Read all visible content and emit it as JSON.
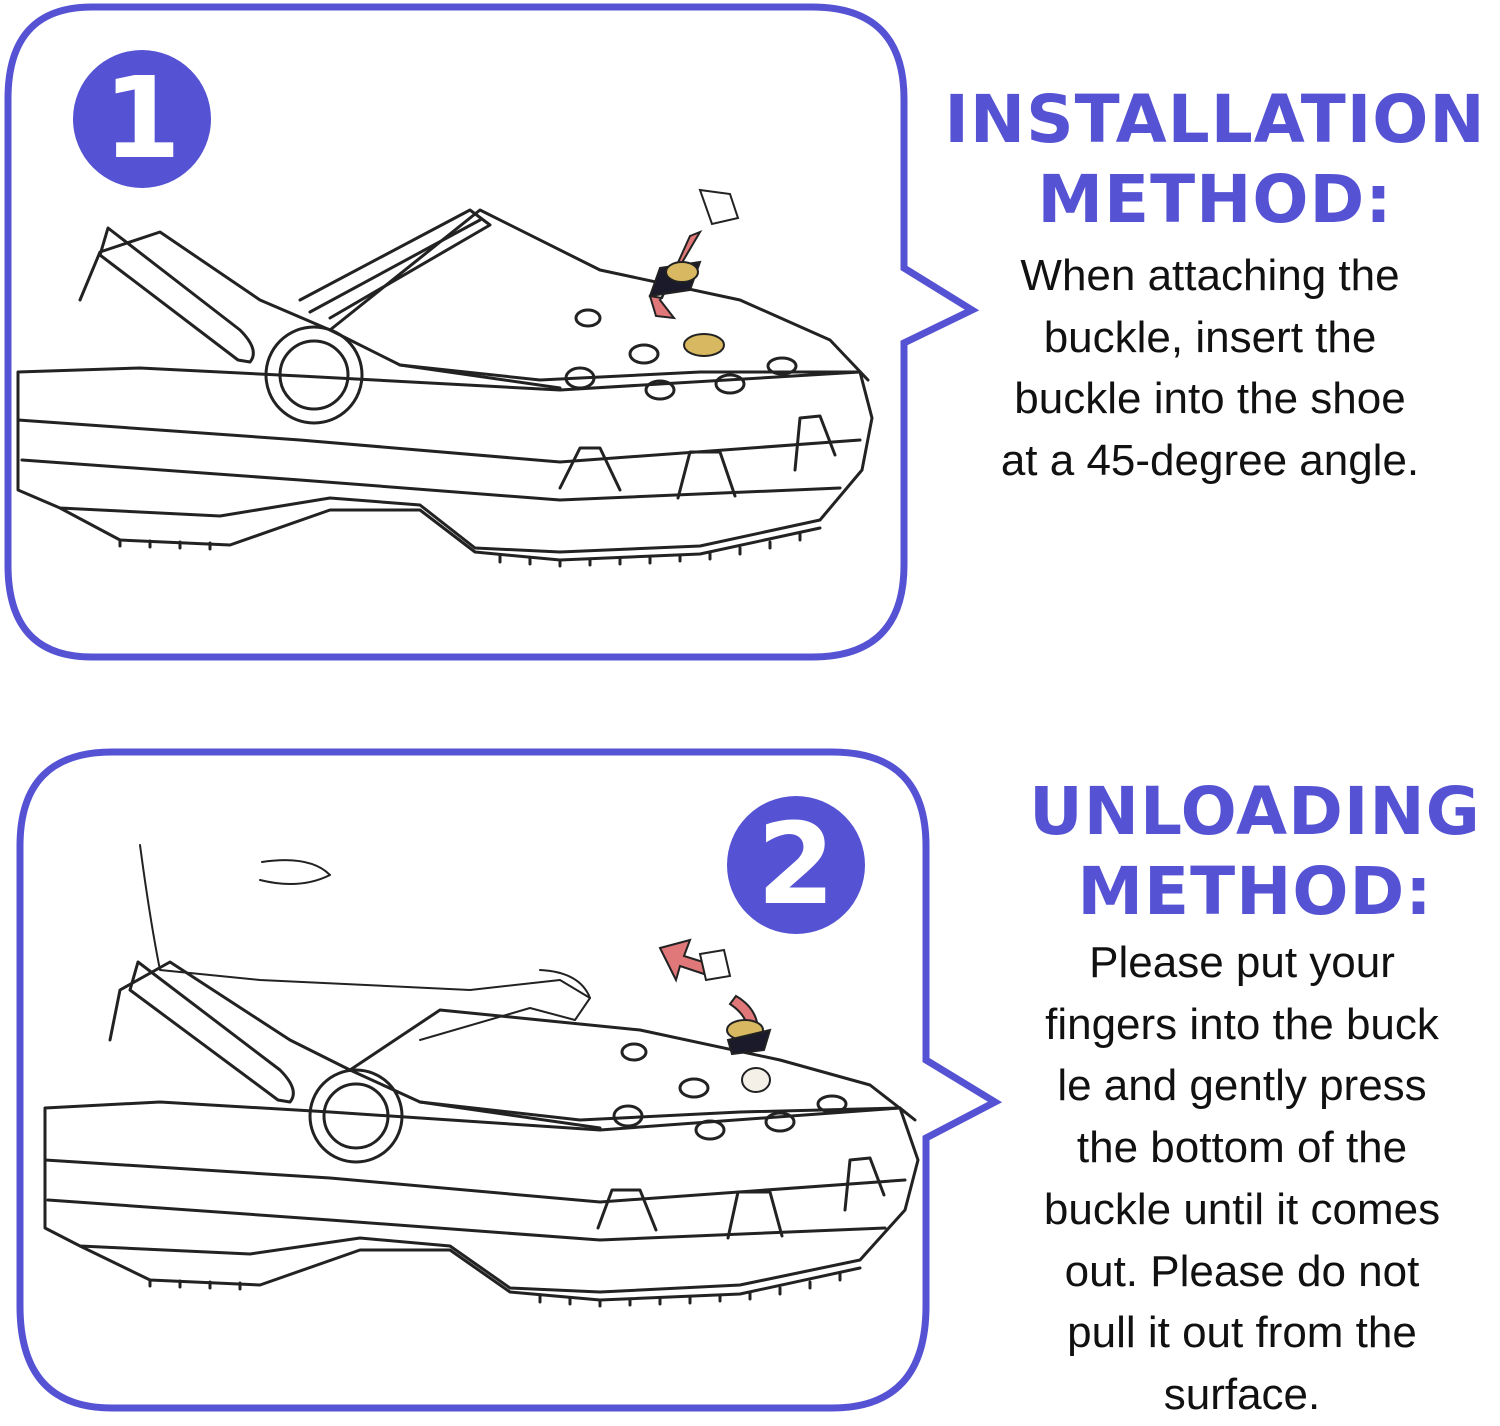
{
  "colors": {
    "accent": "#5553d3",
    "line": "#222222",
    "gold": "#d8b860",
    "arrow": "#e0787a"
  },
  "steps": [
    {
      "number": "1",
      "heading": [
        "INSTALLATION",
        "METHOD:"
      ],
      "body": [
        "When attaching the",
        "buckle, insert the",
        "buckle into the shoe",
        "at a 45-degree angle."
      ]
    },
    {
      "number": "2",
      "heading": [
        "UNLOADING",
        "METHOD:"
      ],
      "body": [
        "Please put your",
        "fingers into the buck",
        "le and gently press",
        "the bottom of the",
        "buckle until it comes",
        "out. Please do not",
        "pull it out from the",
        "surface."
      ]
    }
  ]
}
